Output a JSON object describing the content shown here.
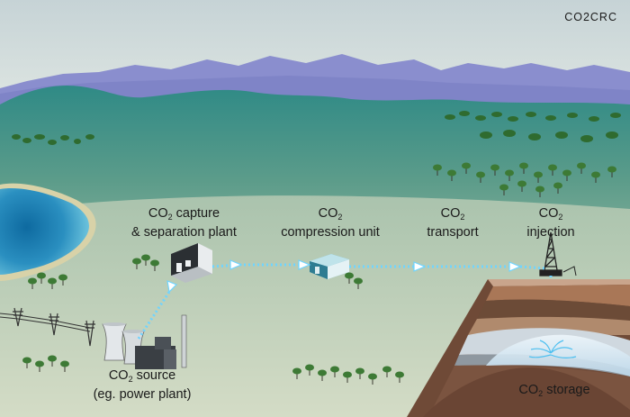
{
  "brand": "CO2CRC",
  "co2": {
    "prefix": "CO",
    "subscript": "2"
  },
  "labels": {
    "capture": {
      "line1_suffix": " capture",
      "line2": "& separation plant"
    },
    "compression": {
      "line2": "compression unit"
    },
    "transport": {
      "line2": "transport"
    },
    "injection": {
      "line2": "injection"
    },
    "source": {
      "line1_suffix": " source",
      "line2": "(eg. power plant)"
    },
    "storage": {
      "line1_suffix": " storage"
    }
  },
  "colors": {
    "sky": "#d8e1dc",
    "mountains_far": "#8b8fcc",
    "hills": "#3a8f88",
    "plain": "#c5d3bd",
    "water": "#1e7fae",
    "pipeline": "#6fd4ff",
    "soil": "#8a5a40"
  }
}
